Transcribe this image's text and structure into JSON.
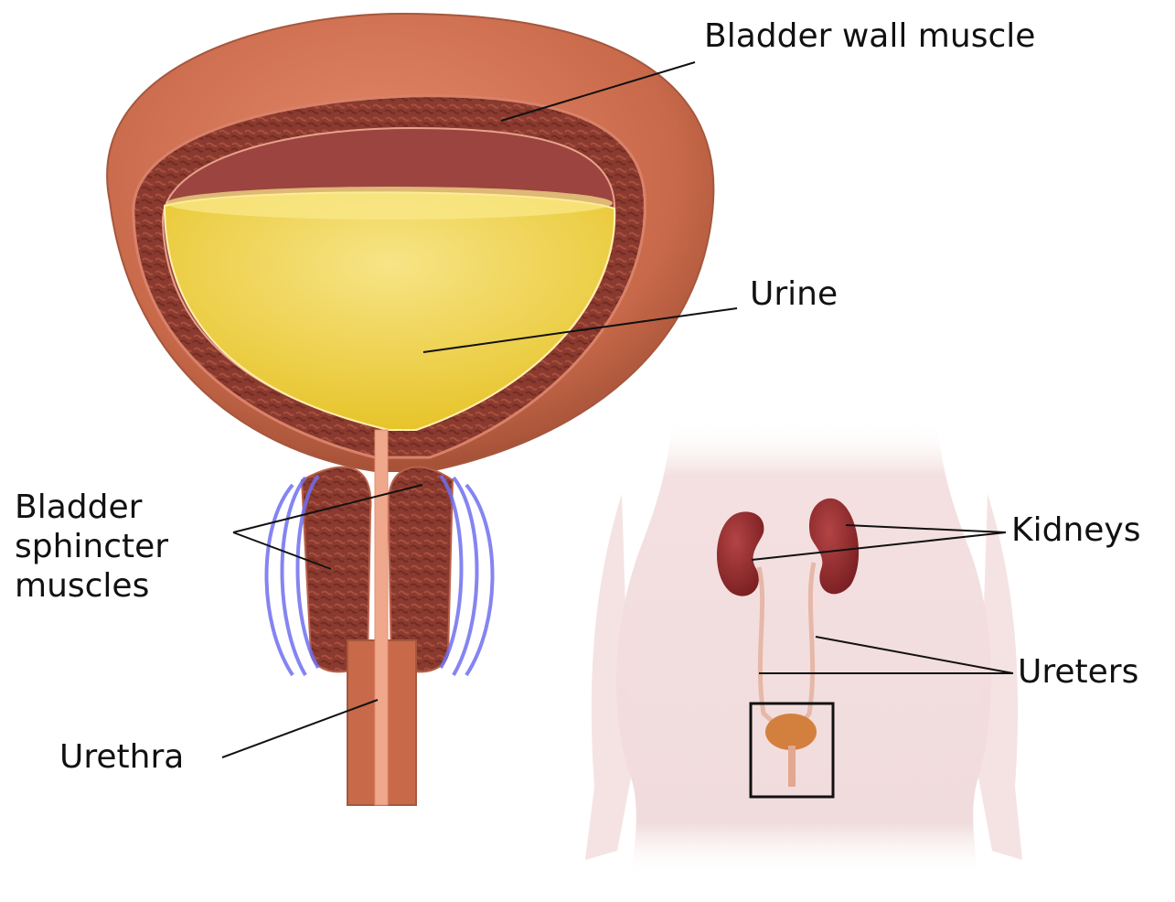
{
  "labels": {
    "bladder_wall_muscle": "Bladder wall muscle",
    "urine": "Urine",
    "bladder_sphincter_line1": "Bladder",
    "bladder_sphincter_line2": "sphincter",
    "bladder_sphincter_line3": "muscles",
    "urethra": "Urethra",
    "kidneys": "Kidneys",
    "ureters": "Ureters"
  },
  "colors": {
    "bladder_outer": "#c8694a",
    "bladder_wall": "#8a3a2e",
    "urine": "#f2d23e",
    "sphincter_wave": "#6f6ff0",
    "body_silhouette": "#f3dfe0",
    "kidney": "#8e2a2c",
    "leader_line": "#111111"
  }
}
